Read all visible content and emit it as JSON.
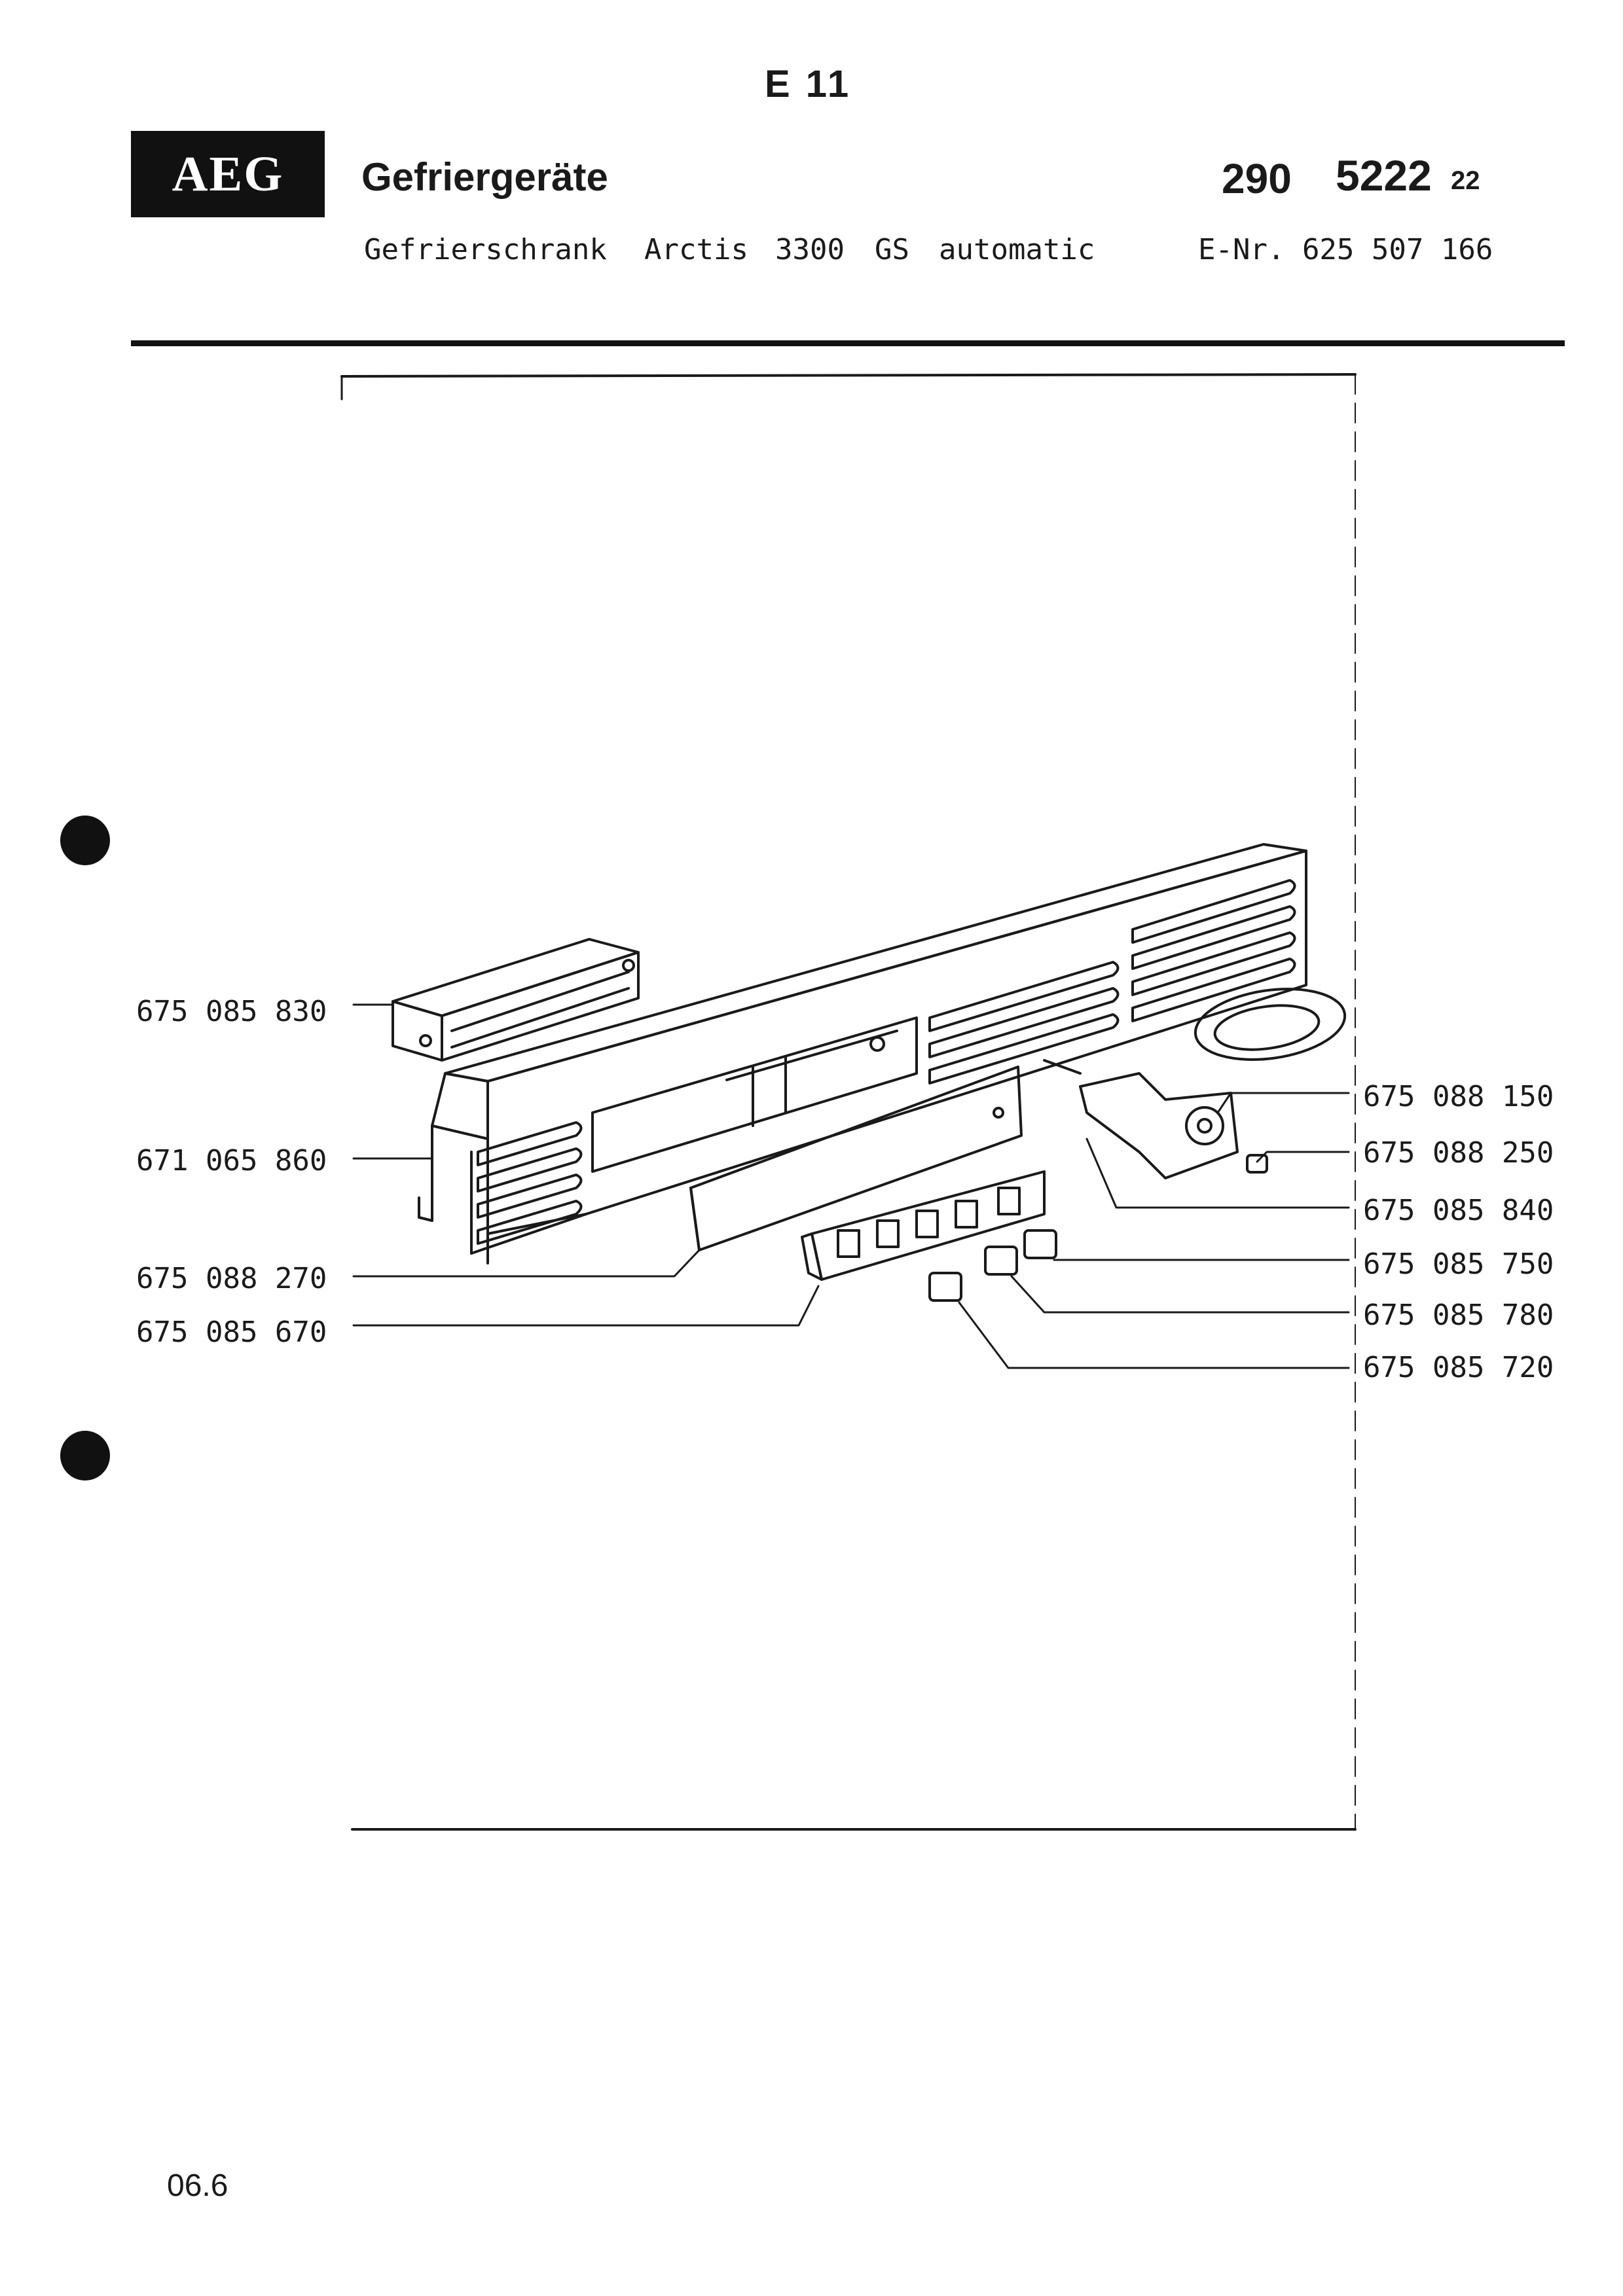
{
  "header": {
    "section_code": "E 11",
    "brand": "AEG",
    "category": "Gefriergeräte",
    "doc_number_prefix": "290",
    "doc_number_main": "5222",
    "doc_number_suffix": "22"
  },
  "subheader": {
    "product_type": "Gefrierschrank",
    "model_name": "Arctis",
    "model_number": "3300",
    "model_variant": "GS",
    "model_feature": "automatic",
    "e_number": "E-Nr. 625 507 166"
  },
  "parts_left": [
    {
      "number": "675 085 830"
    },
    {
      "number": "671 065 860"
    },
    {
      "number": "675 088 270"
    },
    {
      "number": "675 085 670"
    }
  ],
  "parts_right": [
    {
      "number": "675 088 150"
    },
    {
      "number": "675 088 250"
    },
    {
      "number": "675 085 840"
    },
    {
      "number": "675 085 750"
    },
    {
      "number": "675 085 780"
    },
    {
      "number": "675 085 720"
    }
  ],
  "footer": {
    "page_id": "06.6"
  }
}
